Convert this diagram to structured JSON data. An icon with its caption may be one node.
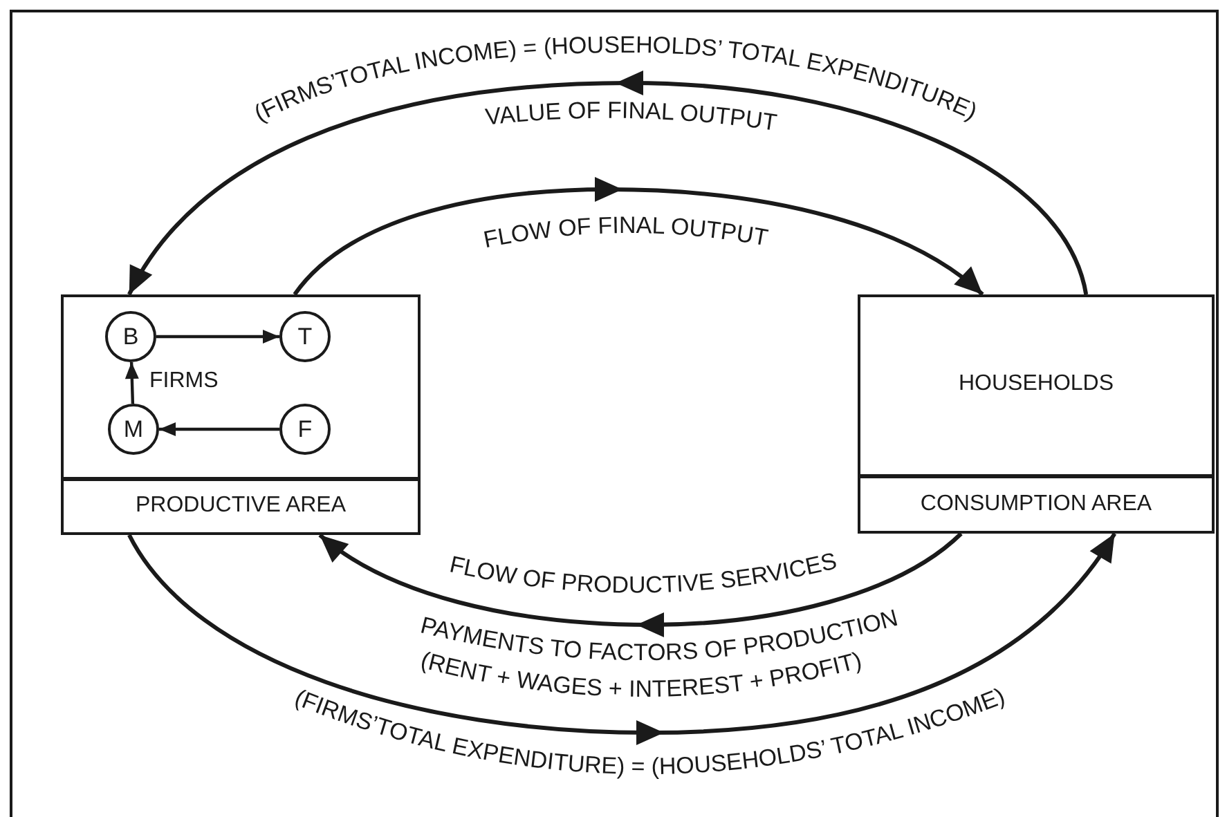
{
  "diagram": {
    "nodes": [
      {
        "text": [
          "FIRMS",
          "PRODUCTIVE AREA"
        ]
      },
      {
        "text": [
          "B"
        ],
        "in": 0
      },
      {
        "text": [
          "T"
        ],
        "in": 0
      },
      {
        "text": [
          "M"
        ],
        "in": 0
      },
      {
        "text": [
          "F"
        ],
        "in": 0
      },
      {
        "text": [
          "HOUSEHOLDS",
          "CONSUMPTION AREA"
        ]
      }
    ],
    "edges": [
      {
        "from": 1,
        "to": 2,
        "arrow": "to"
      },
      {
        "from": 3,
        "to": 1,
        "arrow": "to"
      },
      {
        "from": 4,
        "to": 3,
        "arrow": "to"
      },
      {
        "from": 5,
        "to": 0,
        "arrow": "to",
        "label": "VALUE OF FINAL OUTPUT"
      },
      {
        "from": 0,
        "to": 5,
        "arrow": "to",
        "label": "FLOW OF FINAL OUTPUT"
      },
      {
        "from": 5,
        "to": 0,
        "arrow": "to",
        "label": "FLOW OF PRODUCTIVE SERVICES"
      },
      {
        "from": 0,
        "to": 5,
        "arrow": "to"
      }
    ],
    "labels": [
      "(FIRMS’TOTAL INCOME) = (HOUSEHOLDS’ TOTAL EXPENDITURE)",
      "PAYMENTS TO FACTORS OF PRODUCTION",
      "(RENT + WAGES + INTEREST + PROFIT)",
      "(FIRMS’TOTAL EXPENDITURE) = (HOUSEHOLDS’ TOTAL INCOME)"
    ]
  }
}
